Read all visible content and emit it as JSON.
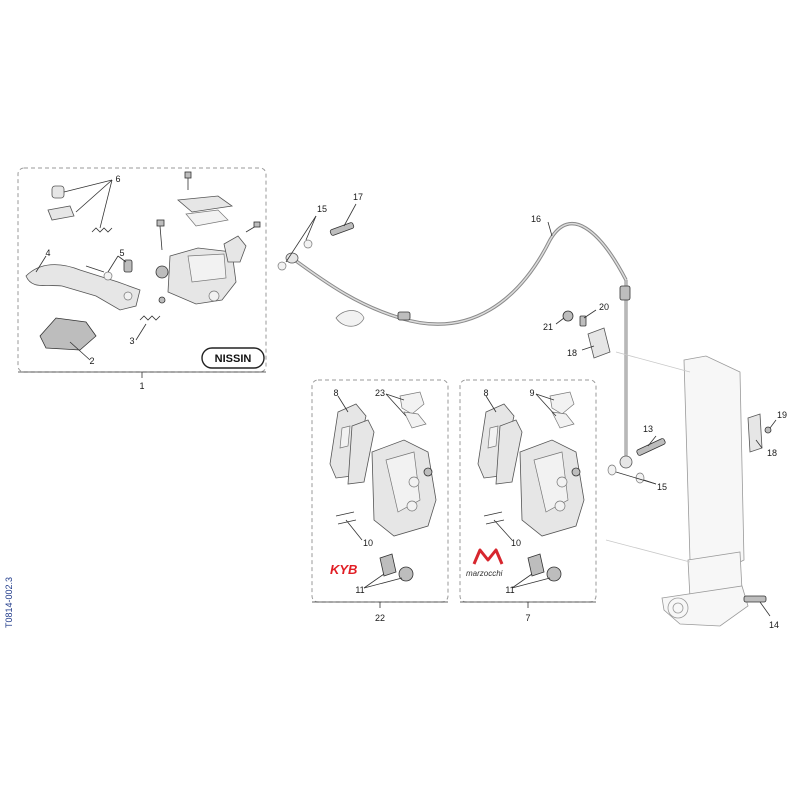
{
  "document_id": "T0814-002.3",
  "brand_labels": {
    "nissin": "NISSIN",
    "kyb": "KYB",
    "marzocchi": "marzocchi"
  },
  "callouts": [
    {
      "id": "c1",
      "label": "1"
    },
    {
      "id": "c2",
      "label": "2"
    },
    {
      "id": "c3",
      "label": "3"
    },
    {
      "id": "c4",
      "label": "4"
    },
    {
      "id": "c5",
      "label": "5"
    },
    {
      "id": "c6",
      "label": "6"
    },
    {
      "id": "c7",
      "label": "7"
    },
    {
      "id": "c8a",
      "label": "8"
    },
    {
      "id": "c8b",
      "label": "8"
    },
    {
      "id": "c9",
      "label": "9"
    },
    {
      "id": "c10a",
      "label": "10"
    },
    {
      "id": "c10b",
      "label": "10"
    },
    {
      "id": "c11a",
      "label": "11"
    },
    {
      "id": "c11b",
      "label": "11"
    },
    {
      "id": "c13",
      "label": "13"
    },
    {
      "id": "c14",
      "label": "14"
    },
    {
      "id": "c15a",
      "label": "15"
    },
    {
      "id": "c15b",
      "label": "15"
    },
    {
      "id": "c16",
      "label": "16"
    },
    {
      "id": "c17",
      "label": "17"
    },
    {
      "id": "c18a",
      "label": "18"
    },
    {
      "id": "c18b",
      "label": "18"
    },
    {
      "id": "c19",
      "label": "19"
    },
    {
      "id": "c20",
      "label": "20"
    },
    {
      "id": "c21",
      "label": "21"
    },
    {
      "id": "c22",
      "label": "22"
    },
    {
      "id": "c23",
      "label": "23"
    }
  ],
  "colors": {
    "kyb_red": "#e11d24",
    "marzocchi_red": "#d7262e",
    "doc_id_blue": "#1f3a8a"
  }
}
